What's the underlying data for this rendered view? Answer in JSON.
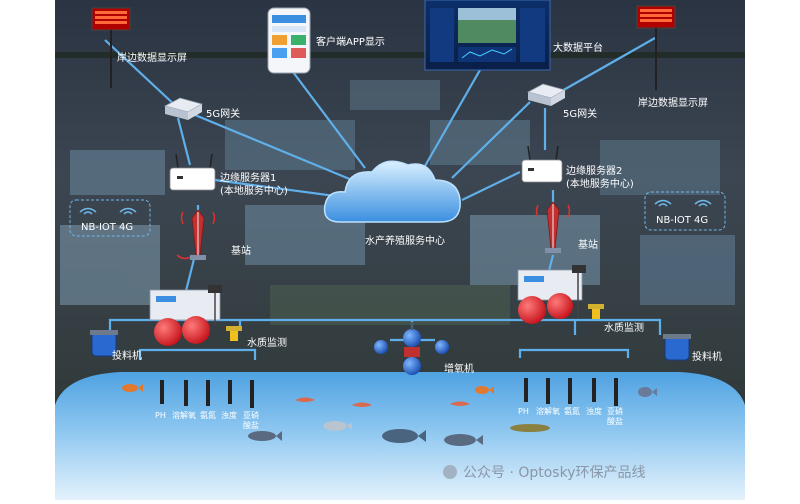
{
  "labels": {
    "display_left": "岸边数据显示屏",
    "display_right": "岸边数据显示屏",
    "app": "客户端APP显示",
    "bigdata": "大数据平台",
    "gw_left": "5G网关",
    "gw_right": "5G网关",
    "edge1_l1": "边缘服务器1",
    "edge1_l2": "(本地服务中心)",
    "edge2_l1": "边缘服务器2",
    "edge2_l2": "(本地服务中心)",
    "nbiot_left": "NB-IOT 4G",
    "nbiot_right": "NB-IOT 4G",
    "cloud": "水产养殖服务中心",
    "station_left": "基站",
    "station_right": "基站",
    "wq_left": "水质监测",
    "wq_right": "水质监测",
    "feeder_left": "投料机",
    "feeder_right": "投料机",
    "aerator": "增氧机"
  },
  "sensors_left": {
    "ph": "PH",
    "do": "溶解氧",
    "nh": "氨氮",
    "turb": "浊度",
    "nitrite_1": "亚硝",
    "nitrite_2": "酸盐"
  },
  "sensors_right": {
    "ph": "PH",
    "do": "溶解氧",
    "nh": "氨氮",
    "turb": "浊度",
    "nitrite_1": "亚硝",
    "nitrite_2": "酸盐"
  },
  "watermark": "公众号 · Optosky环保产品线",
  "colors": {
    "line": "#5fb0ea",
    "water_top": "#5aa9e6",
    "water_bottom": "#d4ebfa",
    "buoy": "#e8202a",
    "sky": "#1a2430"
  }
}
